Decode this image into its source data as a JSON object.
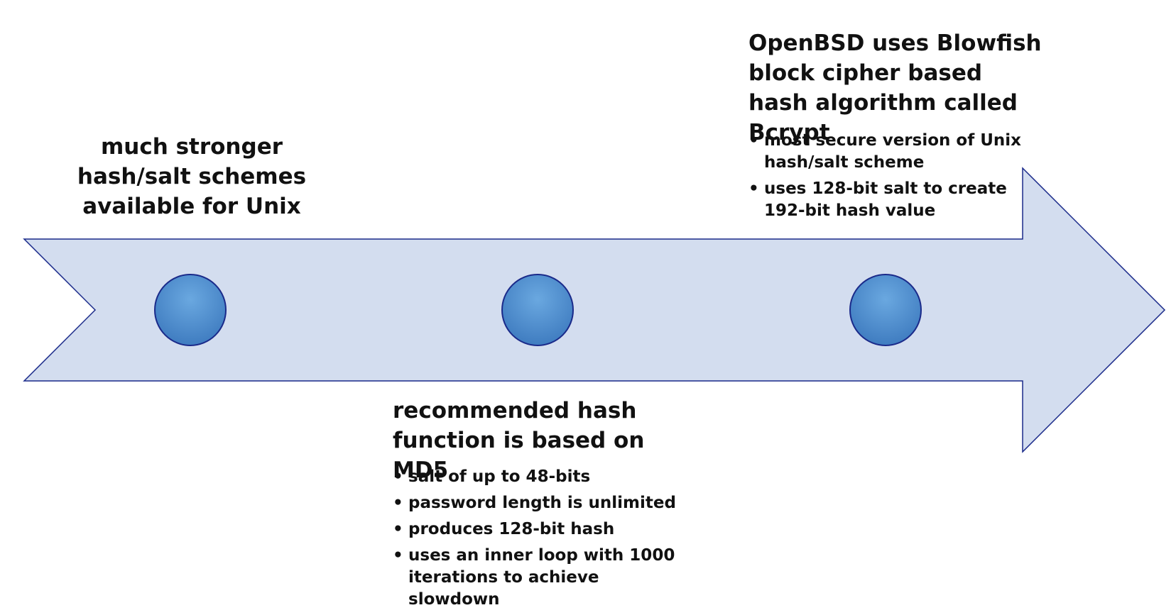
{
  "colors": {
    "arrow_fill": "#d3ddef",
    "arrow_stroke": "#1a2a8a",
    "marker_fill": "#5b9bd5",
    "marker_stroke": "#1a2a8a"
  },
  "milestones": [
    {
      "heading": "much stronger hash/salt schemes available for Unix",
      "bullets": []
    },
    {
      "heading": "recommended hash function is based on MD5",
      "bullets": [
        "salt of up to 48-bits",
        "password length is unlimited",
        "produces 128-bit hash",
        "uses an inner loop with 1000 iterations to achieve slowdown"
      ]
    },
    {
      "heading": "OpenBSD uses Blowfish block cipher based hash algorithm called Bcrypt",
      "bullets": [
        "most secure version of Unix hash/salt scheme",
        "uses 128-bit salt to create 192-bit hash value"
      ]
    }
  ]
}
